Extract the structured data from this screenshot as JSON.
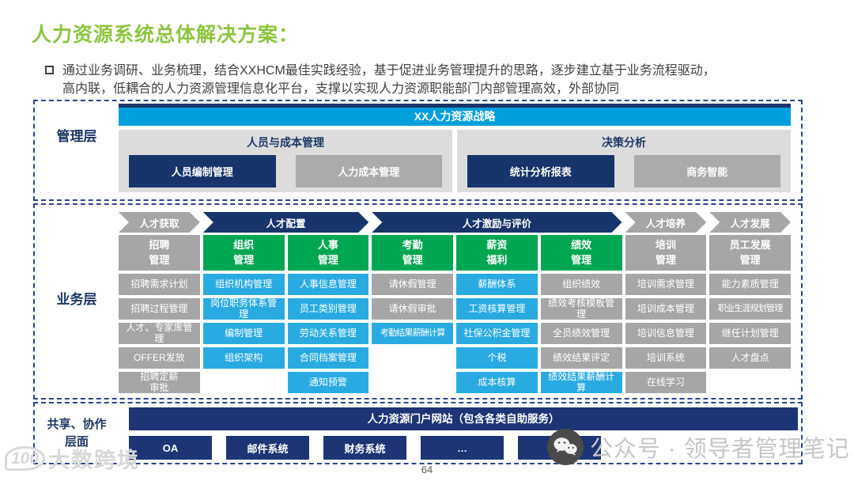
{
  "page": {
    "title": "人力资源系统总体解决方案：",
    "bullet": {
      "line1": "通过业务调研、业务梳理，结合XXHCM最佳实践经验，基于促进业务管理提升的思路，逐步建立基于业务流程驱动，",
      "line2": "高内联，低耦合的人力资源管理信息化平台，支撑以实现人力资源职能部门内部管理高效，外部协同"
    },
    "page_number": "64"
  },
  "colors": {
    "title_green": "#8CC63F",
    "strategy_banner_cyan": "#009FDB",
    "navy": "#17356B",
    "portal_navy": "#1D3575",
    "module_green": "#00A651",
    "module_cyan": "#29ABE2",
    "module_gray": "#A6A6A6",
    "group_bg_gray": "#DCDCDC",
    "label_navy": "#1F3864",
    "body_text_gray": "#3F3F3F"
  },
  "management_layer": {
    "label": "管理层",
    "banner": "XX人力资源战略",
    "groups": [
      {
        "title": "人员与成本管理",
        "buttons": [
          {
            "label": "人员编制管理",
            "style": "navy"
          },
          {
            "label": "人力成本管理",
            "style": "grayBtn"
          }
        ]
      },
      {
        "title": "决策分析",
        "buttons": [
          {
            "label": "统计分析报表",
            "style": "navy"
          },
          {
            "label": "商务智能",
            "style": "grayBtn"
          }
        ]
      }
    ]
  },
  "business_layer": {
    "label": "业务层",
    "arrows": [
      {
        "label": "人才获取",
        "style": "gray",
        "span": 1
      },
      {
        "label": "人才配置",
        "style": "navy",
        "span": 2
      },
      {
        "label": "人才激励与评价",
        "style": "navy",
        "span": 3
      },
      {
        "label": "人才培养",
        "style": "gray",
        "span": 1
      },
      {
        "label": "人才发展",
        "style": "gray",
        "span": 1
      }
    ],
    "columns": [
      {
        "header": "招聘\n管理",
        "style": "gray",
        "items": [
          {
            "label": "招聘需求计划",
            "style": "gray"
          },
          {
            "label": "招聘过程管理",
            "style": "gray"
          },
          {
            "label": "人才、专家库管\n理",
            "style": "gray"
          },
          {
            "label": "OFFER发放",
            "style": "gray"
          },
          {
            "label": "招聘定薪\n审批",
            "style": "gray"
          }
        ]
      },
      {
        "header": "组织\n管理",
        "style": "green",
        "items": [
          {
            "label": "组织机构管理",
            "style": "cyan"
          },
          {
            "label": "岗位职务体系管\n理",
            "style": "cyan"
          },
          {
            "label": "编制管理",
            "style": "cyan"
          },
          {
            "label": "组织架构",
            "style": "cyan"
          },
          null
        ]
      },
      {
        "header": "人事\n管理",
        "style": "green",
        "items": [
          {
            "label": "人事信息管理",
            "style": "cyan"
          },
          {
            "label": "员工类别管理",
            "style": "cyan"
          },
          {
            "label": "劳动关系管理",
            "style": "cyan"
          },
          {
            "label": "合同档案管理",
            "style": "cyan"
          },
          {
            "label": "通知预警",
            "style": "cyan"
          }
        ]
      },
      {
        "header": "考勤\n管理",
        "style": "green",
        "items": [
          {
            "label": "请休假管理",
            "style": "gray"
          },
          {
            "label": "请休假审批",
            "style": "gray"
          },
          {
            "label": "考勤结果薪酬计算",
            "style": "cyan",
            "fit": true
          },
          null,
          null
        ]
      },
      {
        "header": "薪资\n福利",
        "style": "green",
        "items": [
          {
            "label": "薪酬体系",
            "style": "cyan"
          },
          {
            "label": "工资核算管理",
            "style": "cyan"
          },
          {
            "label": "社保公积金管理",
            "style": "cyan"
          },
          {
            "label": "个税",
            "style": "cyan"
          },
          {
            "label": "成本核算",
            "style": "cyan"
          }
        ]
      },
      {
        "header": "绩效\n管理",
        "style": "green",
        "items": [
          {
            "label": "组织绩效",
            "style": "gray"
          },
          {
            "label": "绩效考核模板管\n理",
            "style": "gray"
          },
          {
            "label": "全员绩效管理",
            "style": "gray"
          },
          {
            "label": "绩效结果评定",
            "style": "gray"
          },
          {
            "label": "绩效结果薪酬计\n算",
            "style": "cyan"
          }
        ]
      },
      {
        "header": "培训\n管理",
        "style": "gray",
        "items": [
          {
            "label": "培训需求管理",
            "style": "gray"
          },
          {
            "label": "培训成本管理",
            "style": "gray"
          },
          {
            "label": "培训信息管理",
            "style": "gray"
          },
          {
            "label": "培训系统",
            "style": "gray"
          },
          {
            "label": "在线学习",
            "style": "gray"
          }
        ]
      },
      {
        "header": "员工发展\n管理",
        "style": "gray",
        "items": [
          {
            "label": "能力素质管理",
            "style": "gray"
          },
          {
            "label": "职业生涯规划管理",
            "style": "gray",
            "fit": true
          },
          {
            "label": "继任计划管理",
            "style": "gray"
          },
          {
            "label": "人才盘点",
            "style": "gray"
          },
          null
        ]
      }
    ]
  },
  "shared_layer": {
    "label": "共享、协作\n层面",
    "banner": "人力资源门户网站（包含各类自助服务）",
    "buttons": [
      "OA",
      "邮件系统",
      "财务系统",
      "…",
      "……"
    ]
  },
  "watermark": {
    "icon": "wechat-official-account-icon",
    "text": "公众号 · 领导者管理笔记"
  },
  "brand": {
    "badge": "100",
    "text": "大数跨境"
  }
}
